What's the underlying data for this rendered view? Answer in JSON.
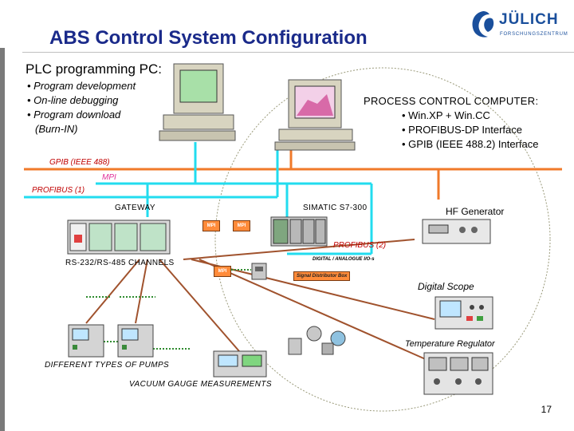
{
  "slide": {
    "title": "ABS Control System Configuration",
    "logo_text": "JÜLICH",
    "logo_sub": "FORSCHUNGSZENTRUM",
    "page_number": "17"
  },
  "plc": {
    "heading": "PLC programming PC:",
    "bullets": [
      "• Program development",
      "• On-line debugging",
      "• Program download",
      "(Burn-IN)"
    ]
  },
  "pcc": {
    "heading": "PROCESS CONTROL COMPUTER:",
    "bullets": [
      "• Win.XP + Win.CC",
      "• PROFIBUS-DP Interface",
      "• GPIB (IEEE 488.2) Interface"
    ]
  },
  "labels": {
    "gpib": "GPIB (IEEE 488)",
    "mpi": "MPI",
    "profibus1": "PROFIBUS (1)",
    "gateway": "GATEWAY",
    "simatic": "SIMATIC S7-300",
    "hf_generator": "HF Generator",
    "mpi_box_1": "MPI",
    "mpi_box_2": "MPI",
    "mpi_box_3": "MPI",
    "profibus2": "PROFIBUS (2)",
    "rs_channels": "RS-232/RS-485 CHANNELS",
    "digital_analogue": "DIGITAL / ANALOGUE I/O-s",
    "signal_box": "Signal Distributor Box",
    "digital_scope": "Digital Scope",
    "temp_regulator": "Temperature Regulator",
    "pumps": "DIFFERENT TYPES OF PUMPS",
    "vacuum": "VACUUM GAUGE MEASUREMENTS"
  },
  "colors": {
    "title": "#1a2a8a",
    "gpib_bus": "#f07a2a",
    "profibus_bus": "#22dcef",
    "rs_link": "#a0522d",
    "dotted_green": "#2e8b2e"
  },
  "icons": [
    "plc-computer-icon",
    "process-control-computer-icon",
    "gateway-rack-icon",
    "simatic-plc-icon",
    "hf-generator-icon",
    "digital-scope-icon",
    "temperature-regulator-icon",
    "pump-controller-icon",
    "vacuum-gauge-icon",
    "signal-box-icon",
    "io-device-icon",
    "juelich-logo-icon"
  ]
}
